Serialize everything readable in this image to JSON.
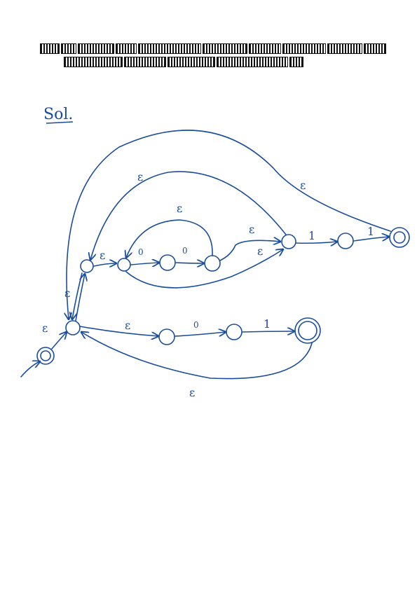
{
  "page": {
    "heading": "Sol."
  },
  "nfa": {
    "ink_color": "#1a4d9e",
    "redaction_color": "#111111",
    "symbols": {
      "epsilon": "ε",
      "zero": "0",
      "one": "1"
    }
  }
}
